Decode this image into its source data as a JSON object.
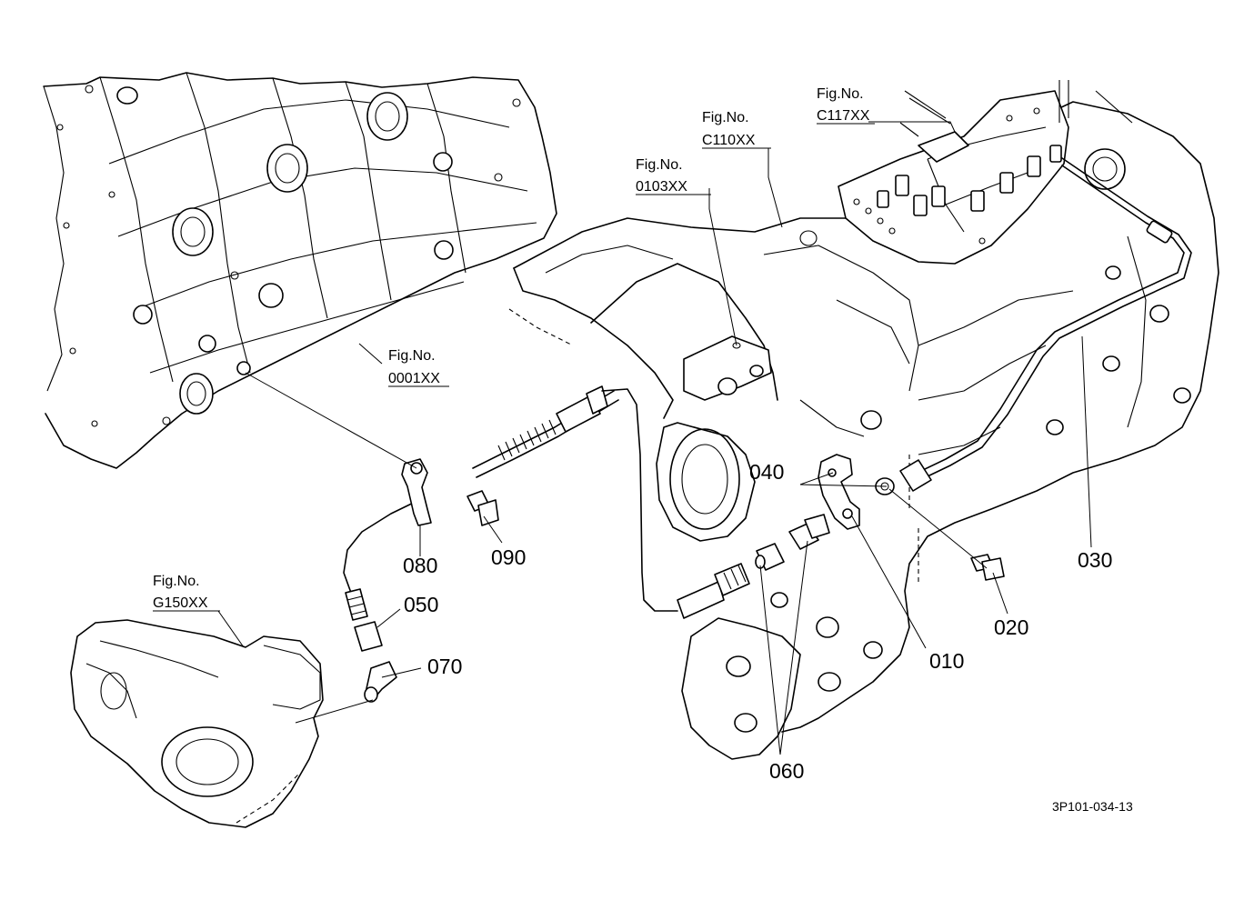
{
  "figure_refs": [
    {
      "id": "fig-0001",
      "label": "Fig.No.",
      "code": "0001XX"
    },
    {
      "id": "fig-0103",
      "label": "Fig.No.",
      "code": "0103XX"
    },
    {
      "id": "fig-c110",
      "label": "Fig.No.",
      "code": "C110XX"
    },
    {
      "id": "fig-c117",
      "label": "Fig.No.",
      "code": "C117XX"
    },
    {
      "id": "fig-g150",
      "label": "Fig.No.",
      "code": "G150XX"
    }
  ],
  "parts": [
    {
      "number": "010"
    },
    {
      "number": "020"
    },
    {
      "number": "030"
    },
    {
      "number": "040"
    },
    {
      "number": "050"
    },
    {
      "number": "060"
    },
    {
      "number": "070"
    },
    {
      "number": "080"
    },
    {
      "number": "090"
    }
  ],
  "drawing_ref": "3P101-034-13"
}
